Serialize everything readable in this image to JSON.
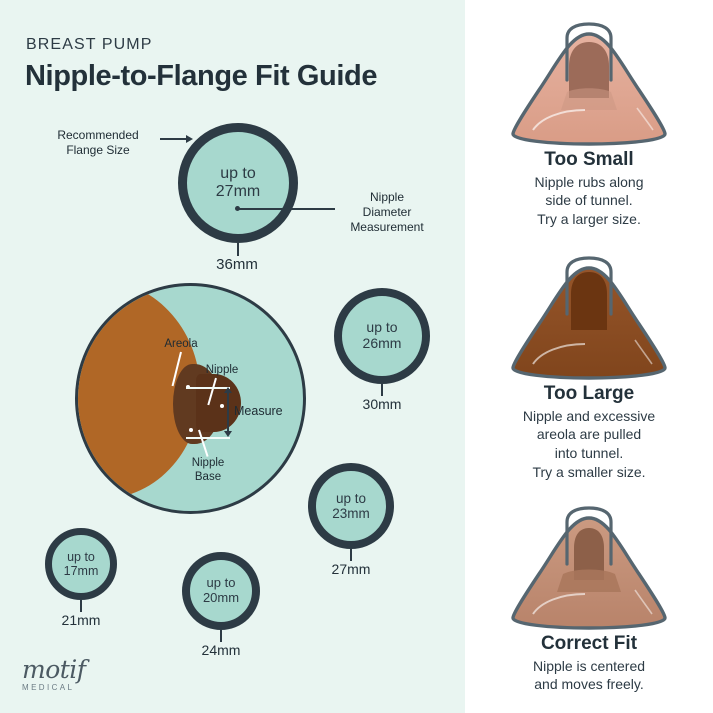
{
  "header": {
    "eyebrow": "BREAST PUMP",
    "title": "Nipple-to-Flange Fit Guide"
  },
  "callouts": {
    "flange_size": "Recommended\nFlange Size",
    "flange_size_line1": "Recommended",
    "flange_size_line2": "Flange Size",
    "nipple_diameter_line1": "Nipple",
    "nipple_diameter_line2": "Diameter",
    "nipple_diameter_line3": "Measurement"
  },
  "anatomy": {
    "areola": "Areola",
    "nipple": "Nipple",
    "nipple_base_line1": "Nipple",
    "nipple_base_line2": "Base",
    "measure": "Measure"
  },
  "sizes": [
    {
      "id": "36mm",
      "nipple_prefix": "up to",
      "nipple_size": "27mm",
      "flange_size": "36mm"
    },
    {
      "id": "30mm",
      "nipple_prefix": "up to",
      "nipple_size": "26mm",
      "flange_size": "30mm"
    },
    {
      "id": "27mm",
      "nipple_prefix": "up to",
      "nipple_size": "23mm",
      "flange_size": "27mm"
    },
    {
      "id": "24mm",
      "nipple_prefix": "up to",
      "nipple_size": "20mm",
      "flange_size": "24mm"
    },
    {
      "id": "21mm",
      "nipple_prefix": "up to",
      "nipple_size": "17mm",
      "flange_size": "21mm"
    }
  ],
  "fit_cards": [
    {
      "heading": "Too Small",
      "body_line1": "Nipple rubs along",
      "body_line2": "side of tunnel.",
      "body_line3": "Try a larger size.",
      "body_line4": "",
      "flange_color": "#e0a793",
      "flange_shadow": "#d2947f",
      "nipple_color": "#a4715f",
      "nipple_dark": "#8d5f50"
    },
    {
      "heading": "Too Large",
      "body_line1": "Nipple and excessive",
      "body_line2": "areola are pulled",
      "body_line3": "into tunnel.",
      "body_line4": "Try a smaller size.",
      "flange_color": "#8b4d20",
      "flange_shadow": "#7a431b",
      "nipple_color": "#7a3f17",
      "nipple_dark": "#63320f"
    },
    {
      "heading": "Correct Fit",
      "body_line1": "Nipple is centered",
      "body_line2": "and moves freely.",
      "body_line3": "",
      "body_line4": "",
      "flange_color": "#c49179",
      "flange_shadow": "#b5826a",
      "nipple_color": "#9c6a52",
      "nipple_dark": "#8a5b45"
    }
  ],
  "logo": {
    "word": "motif",
    "sub": "MEDICAL"
  },
  "colors": {
    "panel_bg": "#e9f5f1",
    "ring": "#2d3b45",
    "ring_fill": "#a7d8ce",
    "breast": "#b06726",
    "areola": "#613a20",
    "text": "#23313a"
  }
}
